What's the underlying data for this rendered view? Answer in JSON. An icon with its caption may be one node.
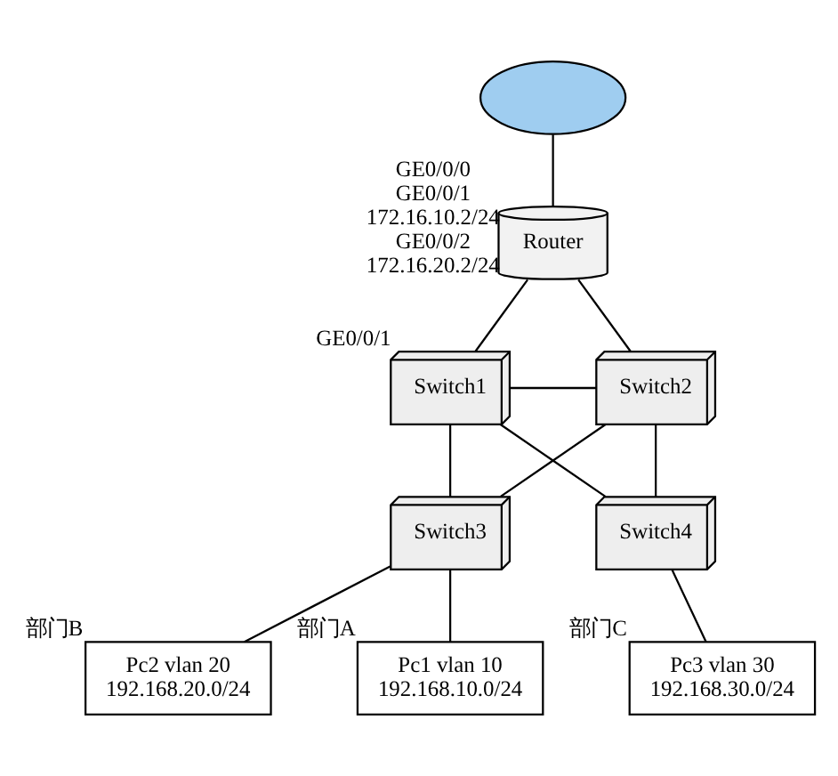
{
  "diagram": {
    "nodes": [
      {
        "text": [],
        "shape": "cloud"
      },
      {
        "text": [
          "Router"
        ],
        "beside": [
          "GE0/0/0",
          "GE0/0/1",
          "172.16.10.2/24",
          "GE0/0/2",
          "172.16.20.2/24"
        ]
      },
      {
        "text": [
          "Switch1"
        ],
        "beside": [
          "GE0/0/1"
        ]
      },
      {
        "text": [
          "Switch2"
        ]
      },
      {
        "text": [
          "Switch3"
        ]
      },
      {
        "text": [
          "Switch4"
        ]
      },
      {
        "text": [
          "Pc1 vlan 10",
          "192.168.10.0/24"
        ],
        "beside": [
          "部门A"
        ]
      },
      {
        "text": [
          "Pc2 vlan 20",
          "192.168.20.0/24"
        ],
        "beside": [
          "部门B"
        ]
      },
      {
        "text": [
          "Pc3 vlan 30",
          "192.168.30.0/24"
        ],
        "beside": [
          "部门C"
        ]
      }
    ],
    "edges": [
      {
        "from": 0,
        "to": 1,
        "arrow": "none"
      },
      {
        "from": 1,
        "to": 2,
        "arrow": "none"
      },
      {
        "from": 1,
        "to": 3,
        "arrow": "none"
      },
      {
        "from": 2,
        "to": 3,
        "arrow": "none"
      },
      {
        "from": 2,
        "to": 4,
        "arrow": "none"
      },
      {
        "from": 2,
        "to": 5,
        "arrow": "none"
      },
      {
        "from": 3,
        "to": 4,
        "arrow": "none"
      },
      {
        "from": 3,
        "to": 5,
        "arrow": "none"
      },
      {
        "from": 4,
        "to": 6,
        "arrow": "none"
      },
      {
        "from": 4,
        "to": 7,
        "arrow": "none"
      },
      {
        "from": 5,
        "to": 8,
        "arrow": "none"
      }
    ]
  }
}
